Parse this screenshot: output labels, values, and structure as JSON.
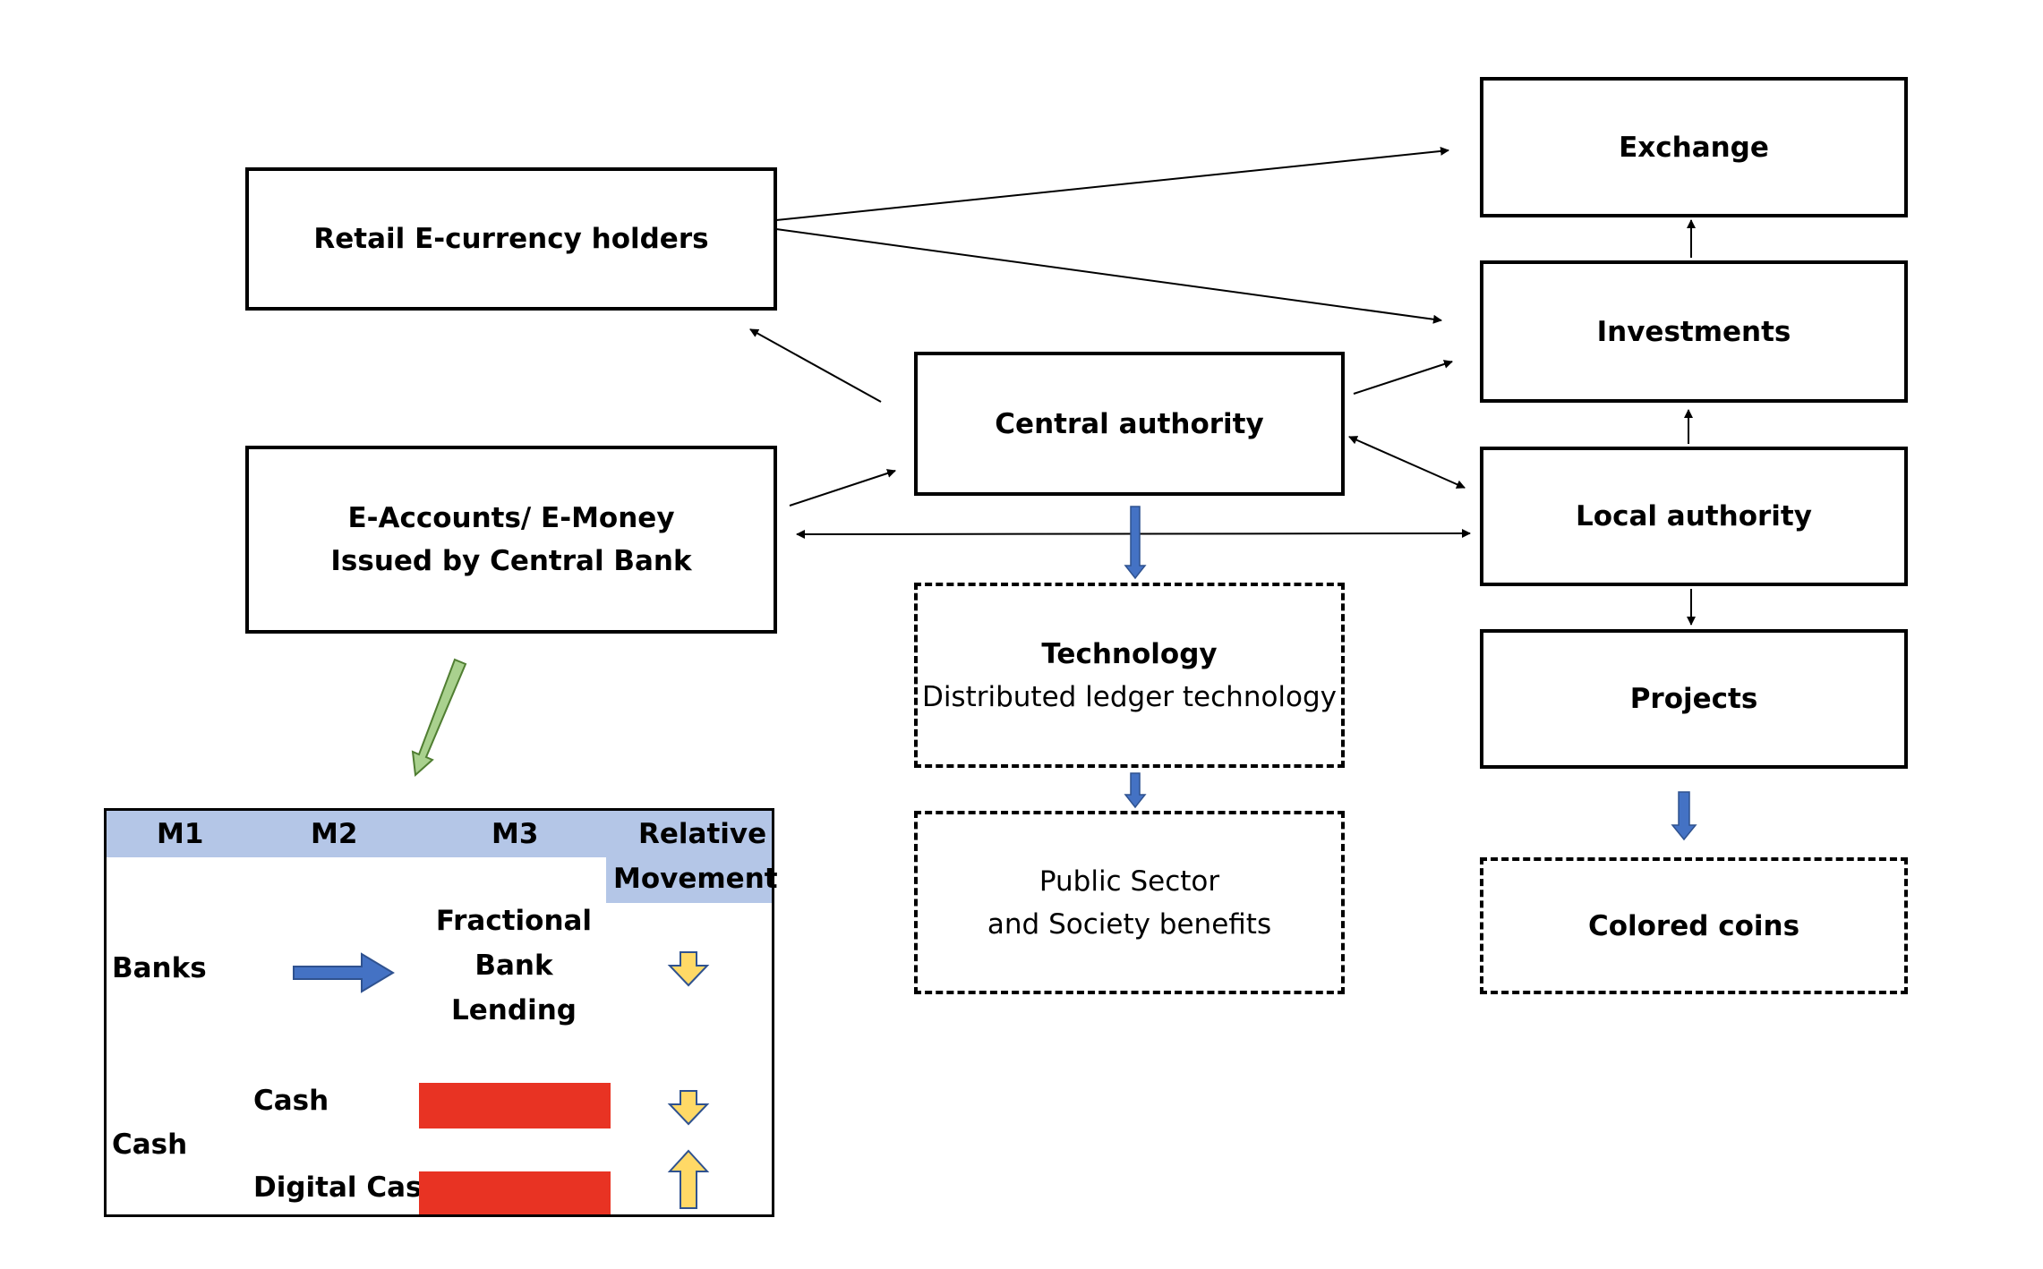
{
  "boxes": {
    "retail": "Retail E-currency holders",
    "eaccounts_line1": "E-Accounts/ E-Money",
    "eaccounts_line2": "Issued by Central Bank",
    "central": "Central authority",
    "technology_title": "Technology",
    "technology_sub": "Distributed ledger technology",
    "public_line1": "Public Sector",
    "public_line2": "and Society benefits",
    "exchange": "Exchange",
    "investments": "Investments",
    "local": "Local authority",
    "projects": "Projects",
    "colored": "Colored coins"
  },
  "table": {
    "headers": [
      "M1",
      "M2",
      "M3",
      "Relative",
      "Movement"
    ],
    "banks": "Banks",
    "fractional_line1": "Fractional",
    "fractional_line2": "Bank",
    "fractional_line3": "Lending",
    "cash_group": "Cash",
    "cash_row": "Cash",
    "digital_cash": "Digital Cash"
  },
  "colors": {
    "header_fill": "#b4c6e7",
    "bar_fill": "#e83323",
    "blue_arrow": "#4472c4",
    "green_arrow": "#a9d18e",
    "yellow_arrow": "#ffd966"
  }
}
